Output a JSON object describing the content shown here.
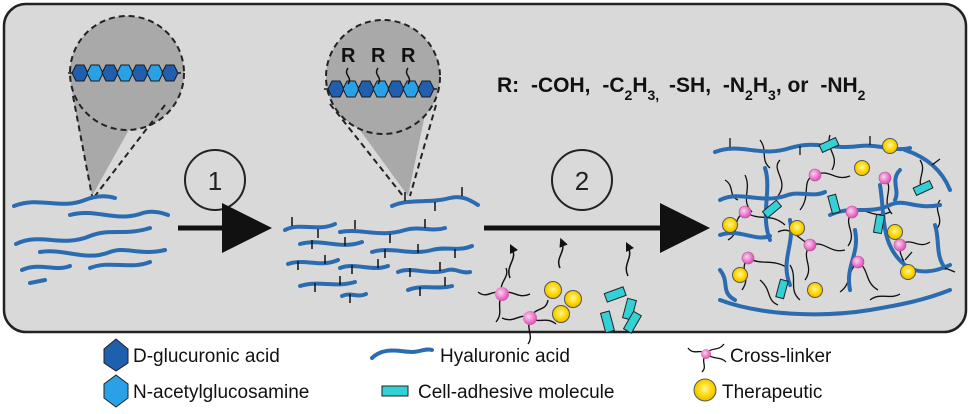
{
  "r_groups": {
    "prefix": "R:",
    "groups": [
      "-COH,",
      "-C",
      "2",
      "H",
      "3,",
      "-SH,",
      "-N",
      "2",
      "H",
      "3",
      ", or",
      "-NH",
      "2"
    ]
  },
  "r_marker": "R",
  "steps": [
    "1",
    "2"
  ],
  "legend": {
    "d_glucuronic": "D-glucuronic acid",
    "n_acetyl": "N-acetylglucosamine",
    "hyaluronic": "Hyaluronic acid",
    "cell_adhesive": "Cell-adhesive molecule",
    "cross_linker": "Cross-linker",
    "therapeutic": "Therapeutic"
  },
  "colors": {
    "panel_bg": "#d9d9d9",
    "chain_blue": "#2b6cb0",
    "d_glucuronic": "#1f5fae",
    "n_acetyl": "#2aa0e6",
    "cell_adhesive": "#33d1d6",
    "therapeutic": "#ffd700",
    "cross_linker_node": "#e878c8"
  }
}
